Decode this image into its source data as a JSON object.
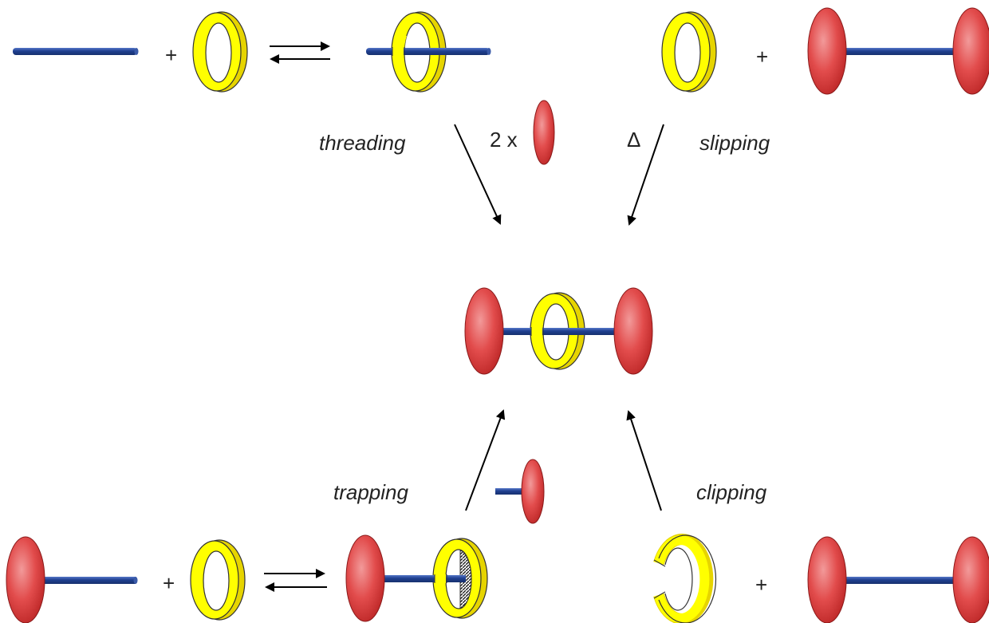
{
  "labels": {
    "threading": "threading",
    "slipping": "slipping",
    "trapping": "trapping",
    "clipping": "clipping",
    "two_x": "2 x",
    "delta": "Δ",
    "plus": "+"
  },
  "colors": {
    "axle": "#1f3f8f",
    "axle_highlight": "#4d6fc0",
    "ring": "#ffff00",
    "ring_shade": "#e0d000",
    "ring_outline": "#3a3a00",
    "stopper": "#e04848",
    "stopper_light": "#f09090",
    "stopper_dark": "#b02020",
    "arrow": "#000000",
    "text": "#222222"
  }
}
